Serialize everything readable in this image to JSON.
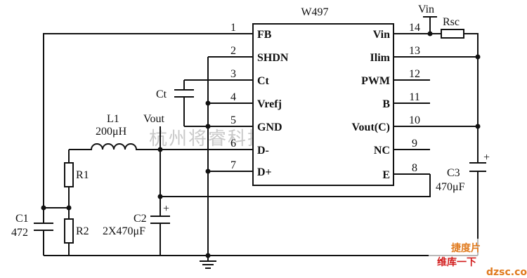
{
  "ic": {
    "name": "W497",
    "left_pins": [
      {
        "num": "1",
        "name": "FB"
      },
      {
        "num": "2",
        "name": "SHDN"
      },
      {
        "num": "3",
        "name": "Ct"
      },
      {
        "num": "4",
        "name": "Vrefj"
      },
      {
        "num": "5",
        "name": "GND"
      },
      {
        "num": "6",
        "name": "D-"
      },
      {
        "num": "7",
        "name": "D+"
      }
    ],
    "right_pins": [
      {
        "num": "14",
        "name": "Vin"
      },
      {
        "num": "13",
        "name": "Ilim"
      },
      {
        "num": "12",
        "name": "PWM"
      },
      {
        "num": "11",
        "name": "B"
      },
      {
        "num": "10",
        "name": "Vout(C)"
      },
      {
        "num": "9",
        "name": "NC"
      },
      {
        "num": "8",
        "name": "E"
      }
    ]
  },
  "components": {
    "vin": "Vin",
    "rsc": "Rsc",
    "ct": "Ct",
    "l1_name": "L1",
    "l1_value": "200μH",
    "vout": "Vout",
    "r1": "R1",
    "r2": "R2",
    "c1_name": "C1",
    "c1_value": "472",
    "c2_name": "C2",
    "c2_value": "2X470μF",
    "c3_name": "C3",
    "c3_value": "470μF",
    "plus": "+"
  },
  "watermark": "杭州将睿科技有限公司",
  "logo": {
    "line1": "捷度片",
    "line2": "维库一下",
    "site": "dzsc.com"
  }
}
